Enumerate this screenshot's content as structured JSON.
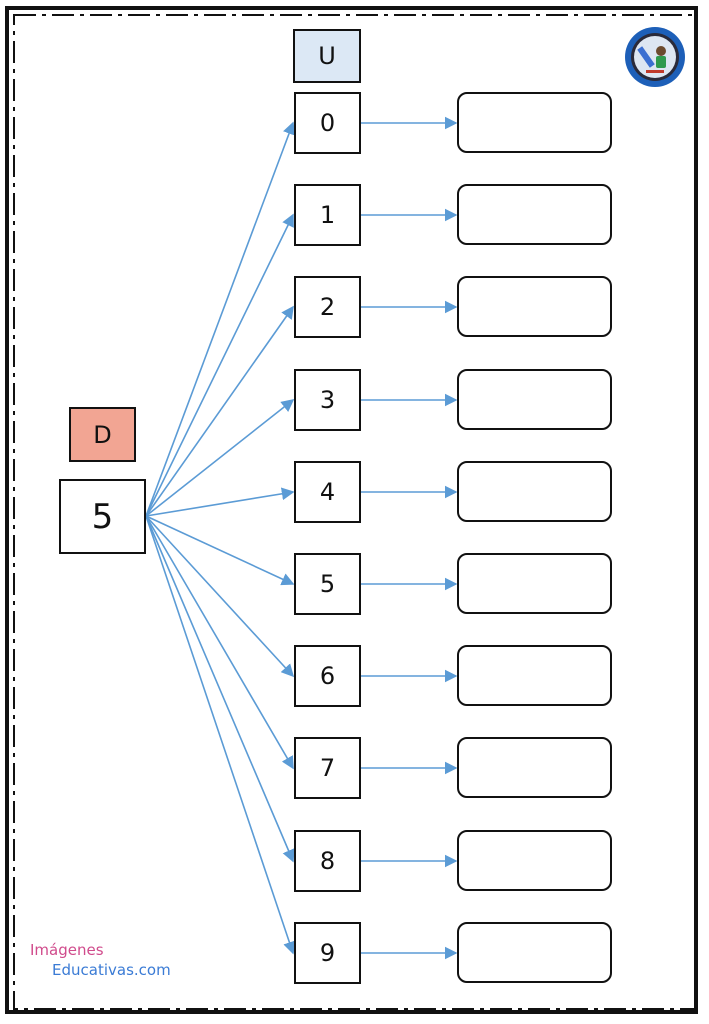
{
  "worksheet": {
    "units_header": "U",
    "tens_header": "D",
    "tens_value": "5",
    "unit_digits": [
      "0",
      "1",
      "2",
      "3",
      "4",
      "5",
      "6",
      "7",
      "8",
      "9"
    ],
    "answer_values": [
      "",
      "",
      "",
      "",
      "",
      "",
      "",
      "",
      "",
      ""
    ]
  },
  "colors": {
    "units_header_bg": "#dce8f5",
    "tens_header_bg": "#f2a593",
    "arrow": "#5b9bd5"
  },
  "logo": {
    "icon": "pencil-boy-badge-icon"
  },
  "watermark": {
    "line1": "Imágenes",
    "line2": "Educativas.com"
  }
}
